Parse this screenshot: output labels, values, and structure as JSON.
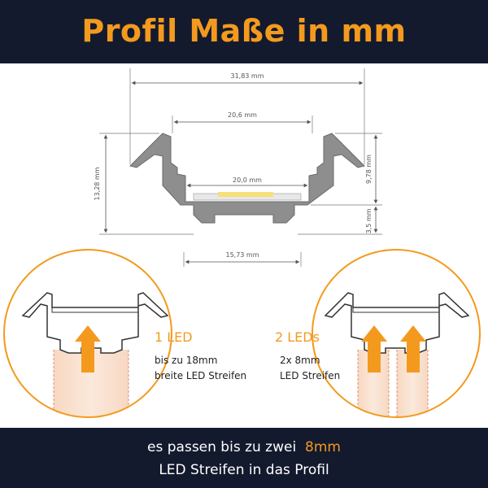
{
  "header": {
    "title": "Profil Maße in mm"
  },
  "dimensions": {
    "outer_width": "31,83 mm",
    "inner_top_width": "20,6 mm",
    "inner_bottom_width": "20,0 mm",
    "total_height": "13,28 mm",
    "upper_height": "9,78 mm",
    "lower_height": "3,5 mm",
    "base_width": "15,73 mm"
  },
  "option_single": {
    "title": "1 LED",
    "line1": "bis zu 18mm",
    "line2": "breite LED Streifen"
  },
  "option_double": {
    "title": "2 LEDs",
    "line1": "2x 8mm",
    "line2": "LED Streifen"
  },
  "footer": {
    "line1_prefix": "es passen bis zu zwei",
    "line1_highlight": "8mm",
    "line2": "LED Streifen in das Profil"
  },
  "colors": {
    "banner": "#141a2e",
    "accent": "#f39a1e",
    "profile": "#8a8a8a"
  }
}
